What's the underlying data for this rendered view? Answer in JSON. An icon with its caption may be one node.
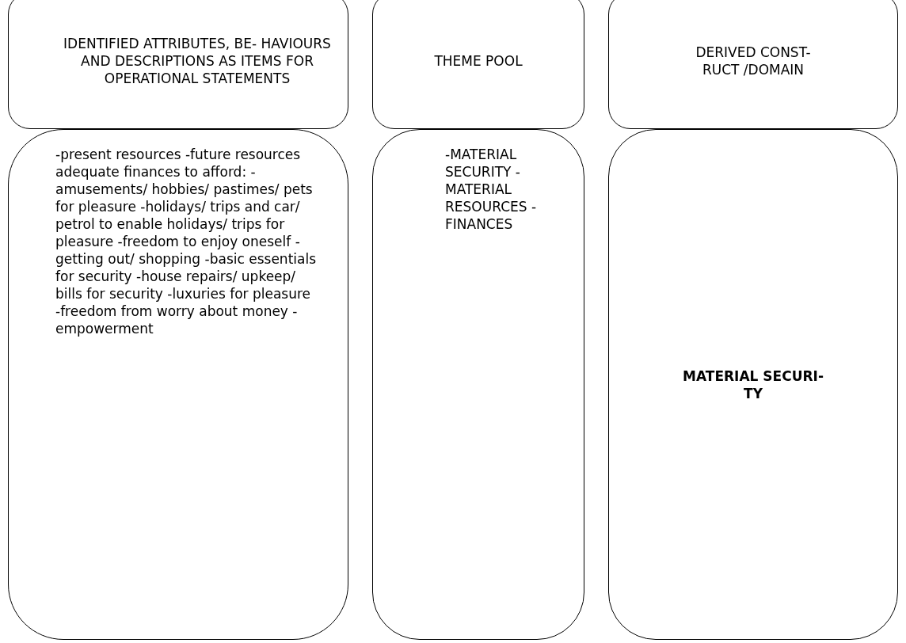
{
  "diagram": {
    "nodes": [
      {
        "text": [
          "IDENTIFIED ATTRIBUTES, BE- HAVIOURS AND DESCRIPTIONS AS ITEMS FOR OPERATIONAL STATEMENTS"
        ]
      },
      {
        "text": [
          "THEME POOL"
        ]
      },
      {
        "text": [
          "DERIVED CONST- RUCT /DOMAIN"
        ]
      },
      {
        "text": [
          "-present resources -future resources adequate finances to afford: -amusements/ hobbies/ pastimes/ pets for pleasure -holidays/ trips and car/ petrol to enable holidays/ trips for pleasure -freedom to enjoy oneself -getting out/ shopping -basic essentials for security -house repairs/ upkeep/ bills for security -luxuries for pleasure -freedom from worry about money -empowerment"
        ]
      },
      {
        "text": [
          "-MATERIAL SECURITY -MATERIAL RESOURCES -FINANCES"
        ]
      },
      {
        "text": [
          "MATERIAL SECURI- TY"
        ]
      }
    ],
    "edges": []
  }
}
